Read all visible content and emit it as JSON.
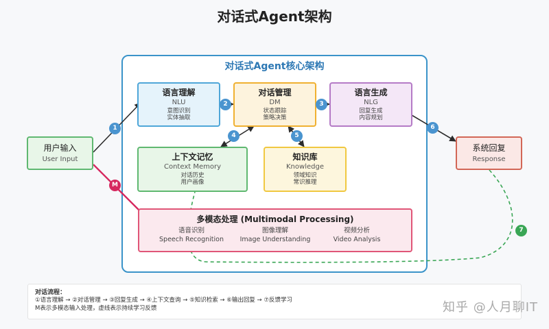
{
  "title": "对话式Agent架构",
  "core": {
    "title": "对话式Agent核心架构",
    "nlu": {
      "title": "语言理解",
      "sub": "NLU",
      "details": [
        "意图识别",
        "实体抽取"
      ]
    },
    "dm": {
      "title": "对话管理",
      "sub": "DM",
      "details": [
        "状态跟踪",
        "策略决策"
      ]
    },
    "nlg": {
      "title": "语言生成",
      "sub": "NLG",
      "details": [
        "回复生成",
        "内容规划"
      ]
    },
    "memory": {
      "title": "上下文记忆",
      "sub": "Context Memory",
      "details": [
        "对话历史",
        "用户画像"
      ]
    },
    "kb": {
      "title": "知识库",
      "sub": "Knowledge",
      "details": [
        "领域知识",
        "常识推理"
      ]
    },
    "multimodal": {
      "title": "多模态处理 (Multimodal Processing)",
      "items": [
        {
          "zh": "语音识别",
          "en": "Speech Recognition"
        },
        {
          "zh": "图像理解",
          "en": "Image Understanding"
        },
        {
          "zh": "视频分析",
          "en": "Video Analysis"
        }
      ]
    }
  },
  "input": {
    "title": "用户输入",
    "sub": "User Input"
  },
  "output": {
    "title": "系统回复",
    "sub": "Response"
  },
  "badges": [
    "1",
    "2",
    "3",
    "4",
    "5",
    "6",
    "7",
    "M"
  ],
  "colors": {
    "blue": "#4a94cf",
    "green": "#3aa655",
    "pink": "#e05577",
    "crimson": "#d6285f",
    "orange": "#f0b030",
    "purple": "#b47ac6",
    "red": "#d26656"
  },
  "flow": {
    "title": "对话流程：",
    "line1": "①语言理解 → ②对话管理 → ③回复生成 → ④上下文查询 → ⑤知识检索 → ⑥输出回复 → ⑦反馈学习",
    "line2": "M表示多模态输入处理，虚线表示持续学习反馈"
  },
  "watermark": "知乎 @人月聊IT"
}
